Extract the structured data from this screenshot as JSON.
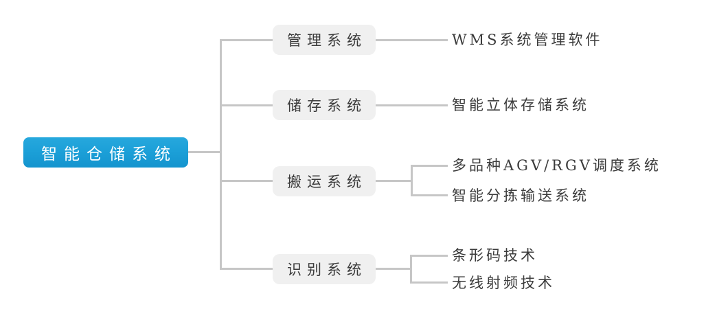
{
  "root": {
    "label": "智能仓储系统"
  },
  "branches": [
    {
      "label": "管理系统",
      "children": [
        "WMS系统管理软件"
      ]
    },
    {
      "label": "储存系统",
      "children": [
        "智能立体存储系统"
      ]
    },
    {
      "label": "搬运系统",
      "children": [
        "多品种AGV/RGV调度系统",
        "智能分拣输送系统"
      ]
    },
    {
      "label": "识别系统",
      "children": [
        "条形码技术",
        "无线射频技术"
      ]
    }
  ],
  "colors": {
    "root_fill": "#1CA0D8",
    "root_text": "#FFFFFF",
    "branch_node_fill": "#F0F0F0",
    "connector_line": "#C6C6C6",
    "text": "#3B3B3B",
    "background": "#FFFFFF"
  }
}
